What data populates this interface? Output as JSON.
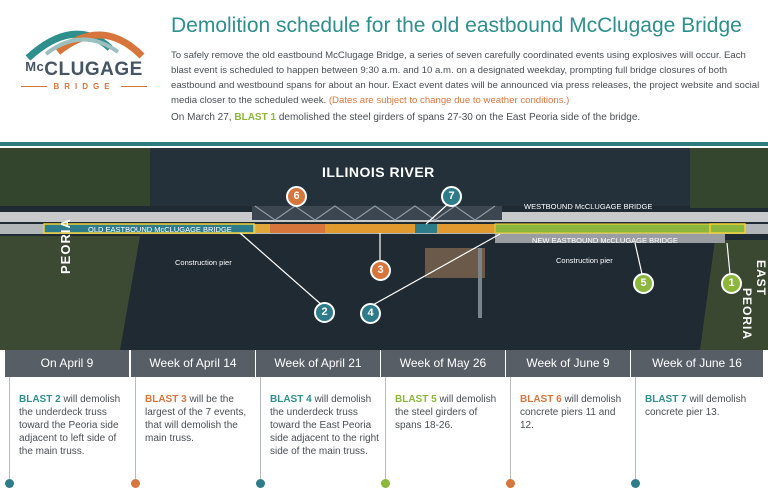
{
  "logo": {
    "word_mc": "Mc",
    "word_rest": "CLUGAGE",
    "sub": "BRIDGE"
  },
  "header": {
    "title": "Demolition schedule for the old eastbound McClugage Bridge",
    "intro": "To safely remove the old eastbound McClugage Bridge, a series of seven carefully coordinated events using explosives will occur. Each blast event is scheduled to happen between 9:30 a.m. and 10 a.m. on a designated weekday, prompting full bridge closures of both eastbound and westbound spans for about an hour. Exact event dates will be announced via press releases, the project website and social media closer to the scheduled week.",
    "warning": "(Dates are subject to change due to weather conditions.)",
    "blast1_pre": "On March 27,",
    "blast1_name": "BLAST 1",
    "blast1_post": "demolished the steel girders of spans 27-30 on the East Peoria side of the bridge."
  },
  "map": {
    "river": "ILLINOIS RIVER",
    "westbound": "WESTBOUND McCLUGAGE BRIDGE",
    "old_eastbound": "OLD EASTBOUND McCLUGAGE BRIDGE",
    "new_eastbound": "NEW EASTBOUND McCLUGAGE BRIDGE",
    "pier_left": "Construction pier",
    "pier_right": "Construction pier",
    "peoria": "PEORIA",
    "east": "EAST",
    "east_peoria": "PEORIA",
    "markers": [
      "1",
      "2",
      "3",
      "4",
      "5",
      "6",
      "7"
    ]
  },
  "timeline": [
    {
      "date": "On April 9",
      "blast": "BLAST 2",
      "text": "will demolish the underdeck truss toward the Peoria side adjacent to left side of the main truss.",
      "color": "#2e7c8a"
    },
    {
      "date": "Week of April 14",
      "blast": "BLAST 3",
      "text": "will be the largest of the 7 events, that will demolish the main truss.",
      "color": "#d6763c"
    },
    {
      "date": "Week of April 21",
      "blast": "BLAST 4",
      "text": "will demolish the underdeck truss toward the East Peoria side adjacent to the right side of the main truss.",
      "color": "#2e7c8a"
    },
    {
      "date": "Week of May 26",
      "blast": "BLAST 5",
      "text": "will demolish the steel girders of spans 18-26.",
      "color": "#8cb63c"
    },
    {
      "date": "Week of June 9",
      "blast": "BLAST 6",
      "text": "will demolish concrete piers 11 and 12.",
      "color": "#d6763c"
    },
    {
      "date": "Week of June 16",
      "blast": "BLAST 7",
      "text": "will demolish concrete pier 13.",
      "color": "#2e7c8a"
    }
  ],
  "colors": {
    "teal": "#2e8f8c",
    "orange": "#d6763c",
    "green": "#8cb63c",
    "header_gray": "#585e66"
  }
}
